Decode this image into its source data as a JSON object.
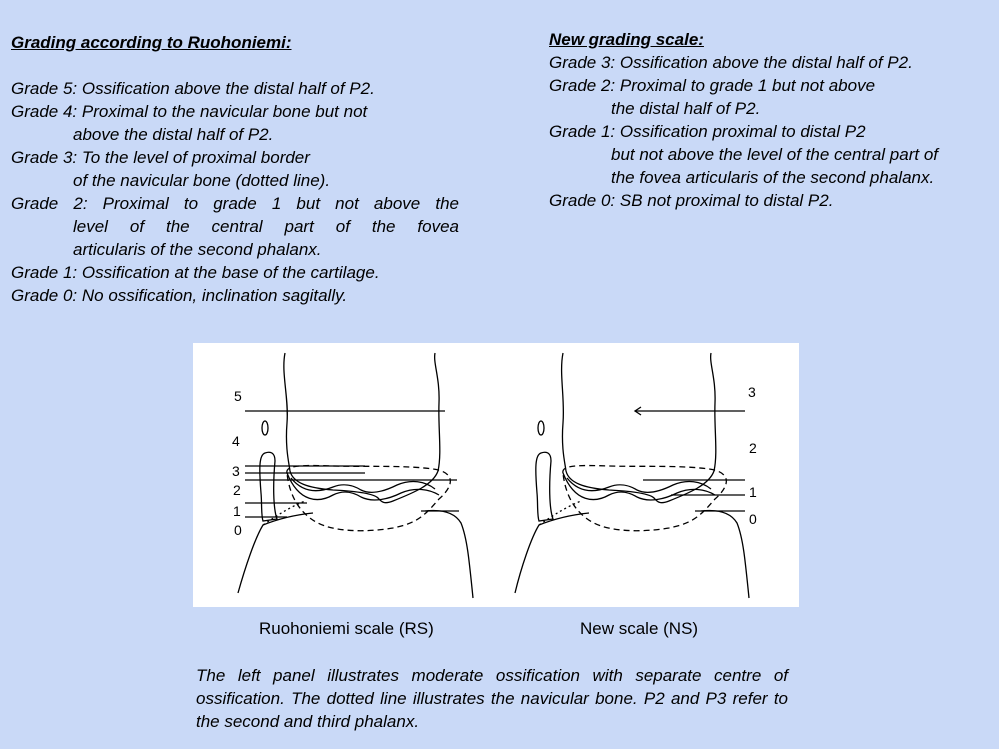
{
  "ruohoniemi": {
    "heading": "Grading according to Ruohoniemi:",
    "grade5": "Grade  5: Ossification above the distal half of P2.",
    "grade4_line1": "Grade  4: Proximal to the navicular bone but not",
    "grade4_line2": "above the distal half of P2.",
    "grade3_line1": "Grade  3: To the level of proximal border",
    "grade3_line2": "of the navicular bone (dotted line).",
    "grade2_line1": "Grade  2: Proximal to grade 1 but not above the",
    "grade2_line2": "level of the central part of the fovea",
    "grade2_line3": "articularis of the second phalanx.",
    "grade1": "Grade 1: Ossification at the base of the cartilage.",
    "grade0": "Grade 0: No ossification, inclination sagitally."
  },
  "new_scale": {
    "heading": "New grading scale:",
    "grade3": "Grade 3: Ossification above the distal half of P2.",
    "grade2_line1": "Grade 2: Proximal to grade 1 but not above",
    "grade2_line2": "the distal half of P2.",
    "grade1_line1": "Grade 1: Ossification proximal to distal P2",
    "grade1_line2": "but not above the level of the central part of",
    "grade1_line3": "the  fovea articularis of the second phalanx.",
    "grade0": "Grade 0: SB not proximal to distal P2."
  },
  "figure": {
    "left_labels": [
      "5",
      "4",
      "3",
      "2",
      "1",
      "0"
    ],
    "right_labels": [
      "3",
      "2",
      "1",
      "0"
    ],
    "left_caption": "Ruohoniemi scale (RS)",
    "right_caption": "New scale (NS)"
  },
  "note": "The left panel illustrates moderate ossification with separate centre of ossification. The dotted line illustrates the navicular bone. P2 and P3 refer to the second and third phalanx."
}
